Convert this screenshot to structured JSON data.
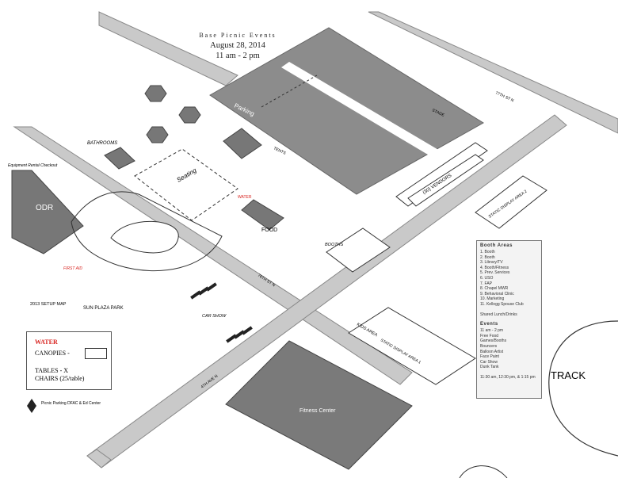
{
  "title": {
    "line1": "Base Picnic Events",
    "line2": "August 28, 2014",
    "line3": "11 am - 2 pm"
  },
  "labels": {
    "parking": "Parking",
    "seating": "Seating",
    "food": "FOOD",
    "bathrooms": "BATHROOMS",
    "odr": "ODR",
    "equipment": "Equipment Rental Checkout",
    "first_aid": "FIRST AID",
    "water": "WATER",
    "sun_plaza": "SUN PLAZA PARK",
    "setup_map": "2013 SETUP MAP",
    "car_show": "CAR SHOW",
    "booths": "BOOTHS",
    "vendors": "(30) VENDORS",
    "fitness": "Fitness Center",
    "track": "TRACK",
    "static_display": "STATIC DISPLAY AREA 2",
    "static_display_1": "STATIC DISPLAY AREA 1",
    "kids_area": "KIDS AREA",
    "street_76": "76TH ST N",
    "street_77": "77TH ST N",
    "ave_4": "4TH AVE N",
    "picnic_parking": "Picnic Parking DFAC & Ed Center",
    "tents": "TENTS",
    "stage": "STAGE"
  },
  "legend": {
    "water": "WATER",
    "canopies": "CANOPIES -",
    "tables": "TABLES - X",
    "chairs": "CHAIRS (25/table)"
  },
  "booth_panel": {
    "heading": "Booth Areas",
    "items": [
      "1. Booth",
      "2. Booth",
      "3. Library/TV",
      "4. Booth/Fitness",
      "5. Prev. Services",
      "6. USO",
      "7. FAP",
      "8. Chapel MWR",
      "9. Behavioral Clinic",
      "10. Marketing",
      "11. Kellogg Spouse Club"
    ],
    "note": "Shared Lunch/Drinks",
    "events_heading": "Events",
    "events": [
      "11 am - 2 pm",
      "Free Food",
      "Games/Booths",
      "Bouncers",
      "Balloon Artist",
      "Face Paint",
      "Car Show",
      "Dunk Tank"
    ],
    "times": "11:30 am, 12:30 pm, & 1:15 pm"
  },
  "colors": {
    "building": "#7a7a7a",
    "parking": "#8c8c8c",
    "road": "#c9c9c9",
    "water": "#d8231f"
  }
}
